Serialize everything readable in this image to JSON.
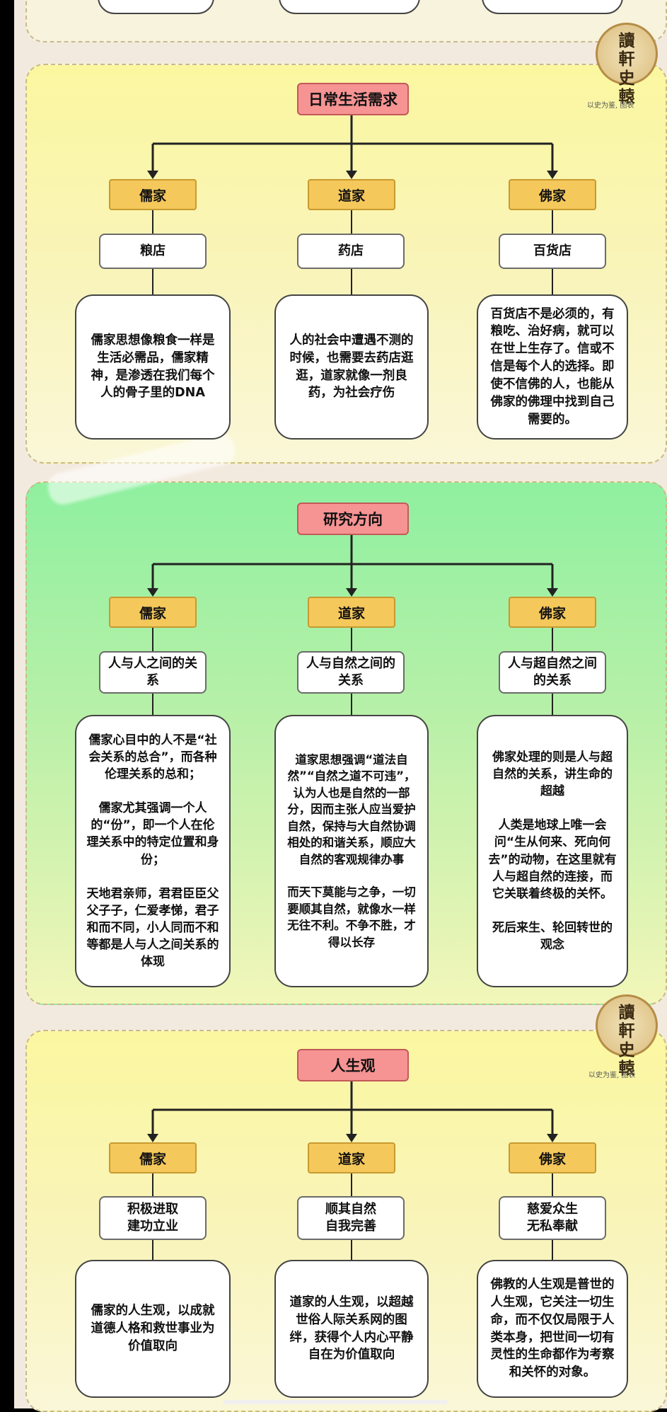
{
  "seal": {
    "chars": [
      "讀",
      "軒",
      "史",
      "轅"
    ],
    "motto": "以史为鉴, 图表"
  },
  "sections": [
    {
      "title": "日常生活需求",
      "schools": [
        "儒家",
        "道家",
        "佛家"
      ],
      "subs": [
        "粮店",
        "药店",
        "百货店"
      ],
      "descs": [
        "儒家思想像粮食一样是生活必需品，儒家精神，是渗透在我们每个人的骨子里的DNA",
        "人的社会中遭遇不测的时候，也需要去药店逛逛，道家就像一剂良药，为社会疗伤",
        "百货店不是必须的，有粮吃、治好病，就可以在世上生存了。信或不信是每个人的选择。即使不信佛的人，也能从佛家的佛理中找到自己需要的。"
      ]
    },
    {
      "title": "研究方向",
      "schools": [
        "儒家",
        "道家",
        "佛家"
      ],
      "subs": [
        "人与人之间的关系",
        "人与自然之间的关系",
        "人与超自然之间的关系"
      ],
      "descs": [
        "儒家心目中的人不是“社会关系的总合”，而各种伦理关系的总和；\n\n儒家尤其强调一个人的“份”，即一个人在伦理关系中的特定位置和身份；\n\n天地君亲师，君君臣臣父父子子，仁爱孝悌，君子和而不同，小人同而不和等都是人与人之间关系的体现",
        "道家思想强调“道法自然”“自然之道不可违”，认为人也是自然的一部分，因而主张人应当爱护自然，保持与大自然协调相处的和谐关系，顺应大自然的客观规律办事\n\n而天下莫能与之争，一切要顺其自然，就像水一样无往不利。不争不胜，才得以长存",
        "佛家处理的则是人与超自然的关系，讲生命的超越\n\n人类是地球上唯一会问“生从何来、死向何去”的动物，在这里就有人与超自然的连接，而它关联着终极的关怀。\n\n死后来生、轮回转世的观念"
      ]
    },
    {
      "title": "人生观",
      "schools": [
        "儒家",
        "道家",
        "佛家"
      ],
      "subs": [
        "积极进取\n建功立业",
        "顺其自然\n自我完善",
        "慈爱众生\n无私奉献"
      ],
      "descs": [
        "儒家的人生观，以成就道德人格和救世事业为价值取向",
        "道家的人生观，以超越世俗人际关系网的图绊，获得个人内心平静自在为价值取向",
        "佛教的人生观是普世的人生观，它关注一切生命，而不仅仅局限于人类本身，把世间一切有灵性的生命都作为考察和关怀的对象。"
      ]
    }
  ]
}
